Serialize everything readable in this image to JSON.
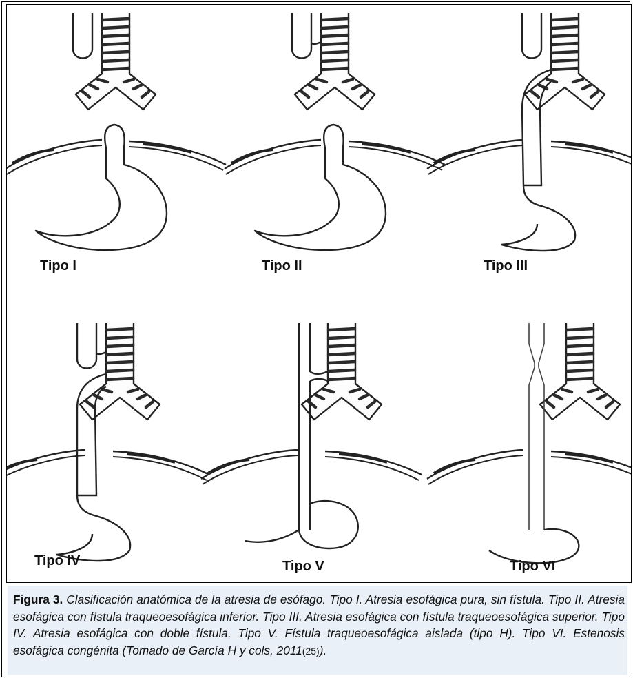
{
  "figure": {
    "panels": [
      {
        "id": "I",
        "label": "Tipo I"
      },
      {
        "id": "II",
        "label": "Tipo II"
      },
      {
        "id": "III",
        "label": "Tipo III"
      },
      {
        "id": "IV",
        "label": "Tipo IV"
      },
      {
        "id": "V",
        "label": "Tipo V"
      },
      {
        "id": "VI",
        "label": "Tipo VI"
      }
    ]
  },
  "caption": {
    "figure_number": "Figura 3.",
    "text": " Clasificación anatómica de la atresia de esófago. Tipo I. Atresia esofágica pura, sin fístula. Tipo II. Atresia esofágica con fístula traqueoesofágica inferior. Tipo III. Atresia esofágica con fístula traqueoesofágica superior. Tipo IV. Atresia esofágica con doble fístula. Tipo V. Fístula traqueoesofágica aislada (tipo H). Tipo VI. Estenosis esofágica congénita (Tomado de García H y cols, 2011",
    "reference": "(25)",
    "closing": ")."
  }
}
